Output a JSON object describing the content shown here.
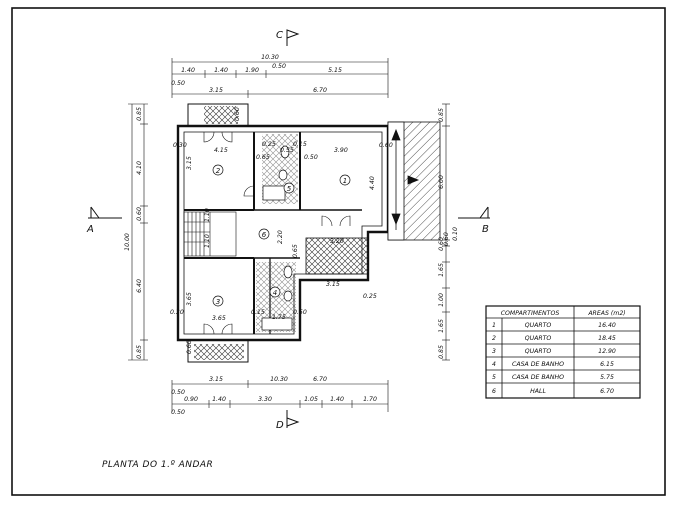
{
  "title": "PLANTA DO 1.º ANDAR",
  "cuts": {
    "a": "A",
    "b": "B",
    "c": "C",
    "d": "D"
  },
  "top_dims": {
    "total": "10.30",
    "mid": "0.50",
    "r1": [
      "1.40",
      "1.40",
      "1.90",
      "5.15"
    ],
    "r2": [
      "0.50",
      "3.15",
      "6.70"
    ]
  },
  "bottom_dims": {
    "r1": [
      "3.15",
      "10.30",
      "6.70"
    ],
    "r2": [
      "0.50",
      "0.90",
      "1.40",
      "3.30",
      "1.05",
      "1.40",
      "1.70"
    ],
    "r3": "0.50"
  },
  "left_dims": {
    "total": "10.00",
    "segs": [
      "0.85",
      "4.10",
      "0.60",
      "6.40",
      "0.85"
    ]
  },
  "right_dims": {
    "segs": [
      "0.85",
      "6.00",
      "0.10",
      "0.60",
      "1.65",
      "1.00",
      "1.65",
      "0.85"
    ]
  },
  "inner_dims": [
    "0.30",
    "4.15",
    "3.15",
    "0.60",
    "0.25",
    "0.15",
    "0.65",
    "0.55",
    "0.50",
    "3.90",
    "0.60",
    "4.40",
    "1.10",
    "1.10",
    "2.20",
    "3.20",
    "0.65",
    "3.15",
    "0.25",
    "0.30",
    "3.65",
    "3.65",
    "0.15",
    "1.75",
    "0.50",
    "0.60",
    "0.60"
  ],
  "room_numbers": [
    "1",
    "2",
    "3",
    "4",
    "5",
    "6"
  ],
  "table": {
    "headers": [
      "COMPARTIMENTOS",
      "AREAS (m2)"
    ],
    "rows": [
      {
        "n": "1",
        "name": "QUARTO",
        "area": "16.40"
      },
      {
        "n": "2",
        "name": "QUARTO",
        "area": "18.45"
      },
      {
        "n": "3",
        "name": "QUARTO",
        "area": "12.90"
      },
      {
        "n": "4",
        "name": "CASA DE BANHO",
        "area": "6.15"
      },
      {
        "n": "5",
        "name": "CASA DE BANHO",
        "area": "5.75"
      },
      {
        "n": "6",
        "name": "HALL",
        "area": "6.70"
      }
    ]
  }
}
